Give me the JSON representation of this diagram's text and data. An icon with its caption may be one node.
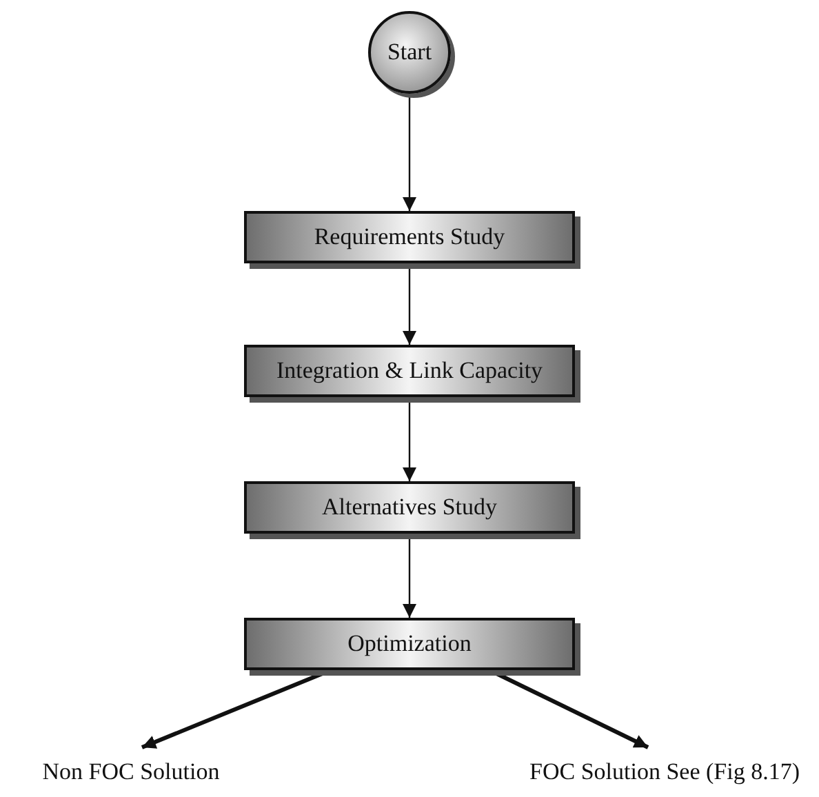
{
  "diagram": {
    "nodes": [
      {
        "text": [
          "Start"
        ]
      },
      {
        "text": [
          "Requirements Study"
        ]
      },
      {
        "text": [
          "Integration & Link Capacity"
        ]
      },
      {
        "text": [
          "Alternatives Study"
        ]
      },
      {
        "text": [
          "Optimization"
        ]
      },
      {
        "text": [
          "Non FOC Solution"
        ]
      },
      {
        "text": [
          "FOC Solution See (Fig 8.17)"
        ]
      }
    ],
    "edges": [
      {
        "from": 0,
        "to": 1,
        "arrow": "to"
      },
      {
        "from": 1,
        "to": 2,
        "arrow": "to"
      },
      {
        "from": 2,
        "to": 3,
        "arrow": "to"
      },
      {
        "from": 3,
        "to": 4,
        "arrow": "to"
      },
      {
        "from": 4,
        "to": 5,
        "arrow": "to",
        "style": "thick"
      },
      {
        "from": 4,
        "to": 6,
        "arrow": "to",
        "style": "thick"
      }
    ]
  }
}
